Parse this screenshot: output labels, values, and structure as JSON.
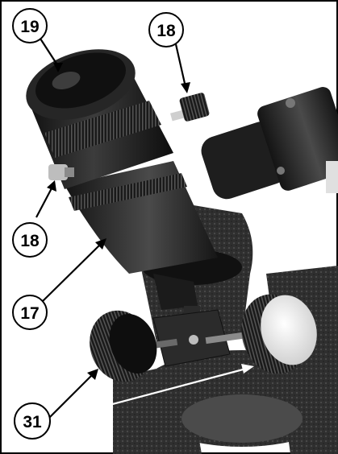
{
  "figure": {
    "callouts": [
      {
        "label": "19"
      },
      {
        "label": "18"
      },
      {
        "label": "18"
      },
      {
        "label": "17"
      },
      {
        "label": "31"
      }
    ],
    "colors": {
      "background": "#ffffff",
      "frame": "#000000",
      "metal_dark": "#151515",
      "metal_mid": "#3a3a3a",
      "knob_face": "#e8e8e8"
    }
  }
}
